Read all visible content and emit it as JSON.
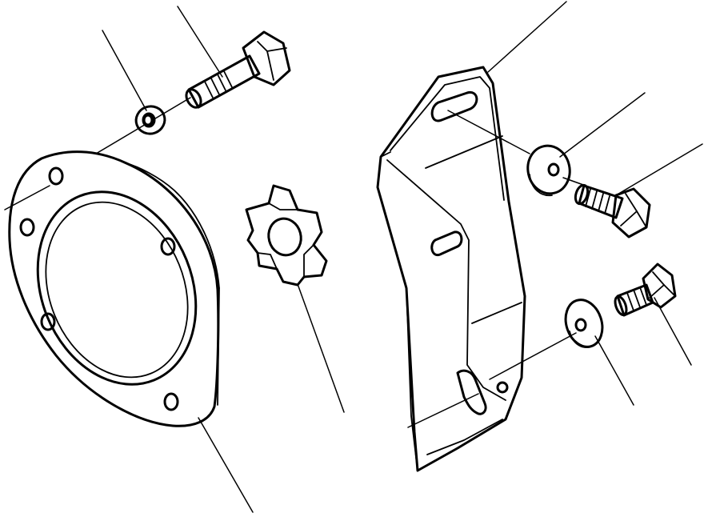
{
  "diagram": {
    "type": "exploded-parts-view",
    "parts": [
      {
        "id": "flange-gasket",
        "icon": "gasket-ring-icon"
      },
      {
        "id": "spacer-star",
        "icon": "star-spacer-icon"
      },
      {
        "id": "top-washer",
        "icon": "washer-icon"
      },
      {
        "id": "top-bolt",
        "icon": "hex-bolt-icon"
      },
      {
        "id": "mounting-bracket",
        "icon": "bracket-icon"
      },
      {
        "id": "bracket-upper-washer",
        "icon": "washer-icon"
      },
      {
        "id": "bracket-upper-bolt",
        "icon": "hex-bolt-icon"
      },
      {
        "id": "bracket-lower-washer",
        "icon": "washer-icon"
      },
      {
        "id": "bracket-lower-bolt",
        "icon": "hex-bolt-icon"
      }
    ],
    "callout_labels": []
  }
}
